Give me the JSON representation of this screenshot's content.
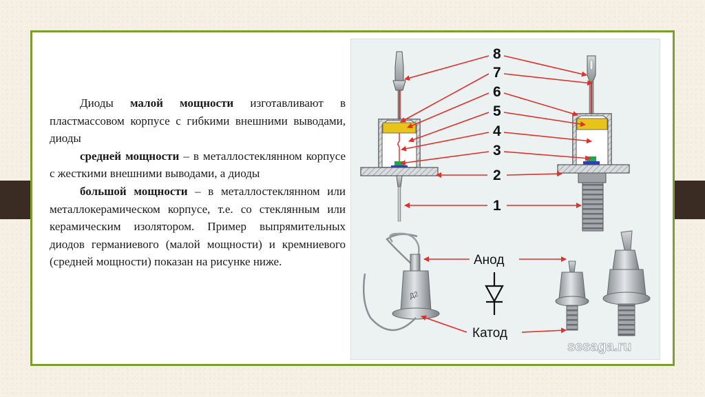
{
  "slide": {
    "paragraphs": [
      {
        "lead": "Диоды ",
        "bold": "малой мощности",
        "rest": " изготавливают в пластмассовом корпусе с гибкими внешними выводами, диоды"
      },
      {
        "lead": "",
        "bold": "средней мощности",
        "rest": " – в металлостеклянном корпусе с жесткими внешними выводами, а диоды"
      },
      {
        "lead": "",
        "bold": "большой мощности",
        "rest": " – в металлостеклянном или металлокерамическом корпусе, т.е. со стеклянным или керамическим изолятором. Пример выпрямительных диодов германиевого (малой мощности) и кремниевого (средней мощности) показан на рисунке ниже."
      }
    ]
  },
  "figure": {
    "part_numbers": [
      "8",
      "7",
      "6",
      "5",
      "4",
      "3",
      "2",
      "1"
    ],
    "anode_label": "Анод",
    "cathode_label": "Катод",
    "watermark": "sesaga.ru",
    "colors": {
      "arrow": "#e0302a",
      "yellow": "#e8c31a",
      "green": "#1fa84a",
      "blue": "#2a3fb8",
      "frame": "#7a9f2e"
    }
  }
}
